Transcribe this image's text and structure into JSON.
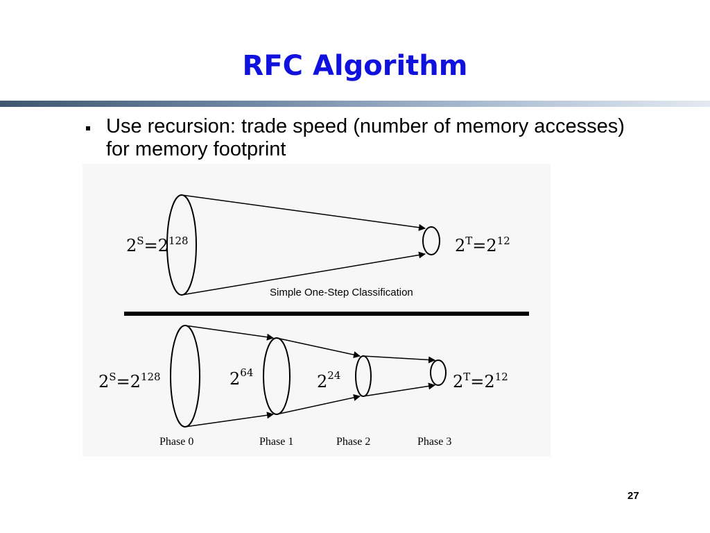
{
  "slide": {
    "title": "RFC Algorithm",
    "bullet": "Use recursion: trade speed (number of memory accesses) for memory footprint",
    "page_number": "27"
  },
  "figure": {
    "top": {
      "left_base": "2",
      "left_sup": "S",
      "left_mid": "=2",
      "left_exp": "128",
      "right_base": "2",
      "right_sup": "T",
      "right_mid": "=2",
      "right_exp": "12",
      "caption": "Simple One-Step Classification"
    },
    "bottom": {
      "left_base": "2",
      "left_sup": "S",
      "left_mid": "=2",
      "left_exp": "128",
      "mid1_base": "2",
      "mid1_exp": "64",
      "mid2_base": "2",
      "mid2_exp": "24",
      "right_base": "2",
      "right_sup": "T",
      "right_mid": "=2",
      "right_exp": "12",
      "phases": [
        "Phase 0",
        "Phase 1",
        "Phase 2",
        "Phase 3"
      ]
    }
  }
}
